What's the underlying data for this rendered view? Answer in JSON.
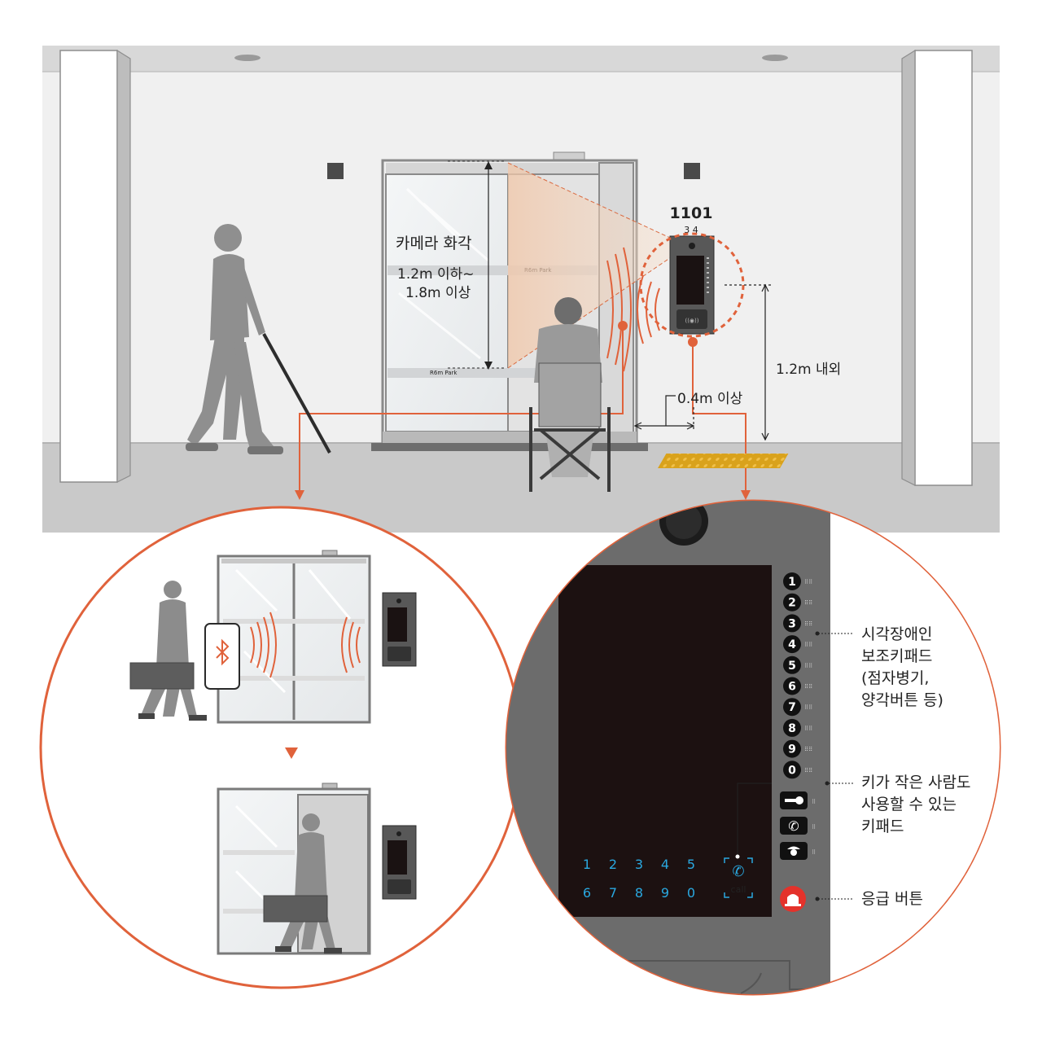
{
  "labels": {
    "camera_angle": "카메라 화각",
    "height_range_1": "1.2m 이하~",
    "height_range_2": "1.8m 이상",
    "unit_number": "1101",
    "unit_sub": "3 4",
    "panel_height": "1.2m 내외",
    "distance": "0.4m 이상",
    "door_sign": "R6m Park"
  },
  "callouts": {
    "braille_keypad": "시각장애인\n보조키패드\n(점자병기,\n양각버튼 등)",
    "low_keypad": "키가 작은 사람도\n사용할 수 있는\n키패드",
    "emergency": "응급 버튼"
  },
  "keypad": {
    "side_keys": [
      "1",
      "2",
      "3",
      "4",
      "5",
      "6",
      "7",
      "8",
      "9",
      "0"
    ],
    "touch_row1": [
      "1",
      "2",
      "3",
      "4",
      "5"
    ],
    "touch_row2": [
      "6",
      "7",
      "8",
      "9",
      "0"
    ],
    "call_label": "call"
  },
  "icons": {
    "bluetooth": "bluetooth-icon",
    "key": "key-icon",
    "phone": "phone-icon",
    "guard": "security-guard-icon",
    "siren": "emergency-siren-icon"
  },
  "colors": {
    "accent": "#e0623b",
    "touch_digit": "#2aa8e0",
    "screen": "#1c1111",
    "panel": "#6c6c6c"
  }
}
